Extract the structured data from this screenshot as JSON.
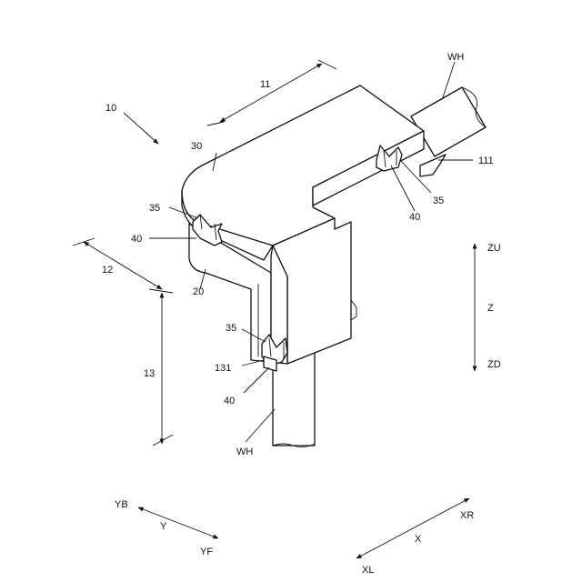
{
  "labels": {
    "assembly": "10",
    "dim_top": "11",
    "dim_left": "12",
    "dim_vertical": "13",
    "cover": "30",
    "body": "20",
    "clip_top_left": "35",
    "clip_top_right": "35",
    "clip_bottom": "35",
    "holder_left": "40",
    "holder_right": "40",
    "holder_bottom": "40",
    "flange_right": "111",
    "flange_bottom": "131",
    "wire_top": "WH",
    "wire_bottom": "WH",
    "axis_z": "Z",
    "axis_zu": "ZU",
    "axis_zd": "ZD",
    "axis_y": "Y",
    "axis_yb": "YB",
    "axis_yf": "YF",
    "axis_x": "X",
    "axis_xr": "XR",
    "axis_xl": "XL"
  }
}
